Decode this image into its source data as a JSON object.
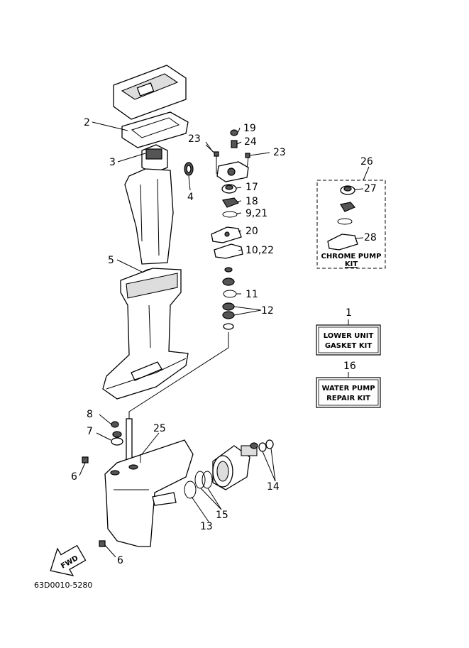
{
  "callouts": {
    "c1": "1",
    "c2": "2",
    "c3": "3",
    "c4": "4",
    "c5": "5",
    "c6a": "6",
    "c6b": "6",
    "c7": "7",
    "c8": "8",
    "c9_21": "9,21",
    "c10_22": "10,22",
    "c11": "11",
    "c12": "12",
    "c13": "13",
    "c14": "14",
    "c15": "15",
    "c16": "16",
    "c17": "17",
    "c18": "18",
    "c19": "19",
    "c20": "20",
    "c23a": "23",
    "c23b": "23",
    "c24": "24",
    "c25": "25",
    "c26": "26",
    "c27": "27",
    "c28": "28"
  },
  "kits": {
    "chrome_pump": {
      "line1": "CHROME PUMP",
      "line2": "KIT"
    },
    "lower_unit": {
      "line1": "LOWER UNIT",
      "line2": "GASKET KIT"
    },
    "water_pump": {
      "line1": "WATER PUMP",
      "line2": "REPAIR KIT"
    }
  },
  "fwd_label": "FWD",
  "drawing_code": "63D0010-5280"
}
